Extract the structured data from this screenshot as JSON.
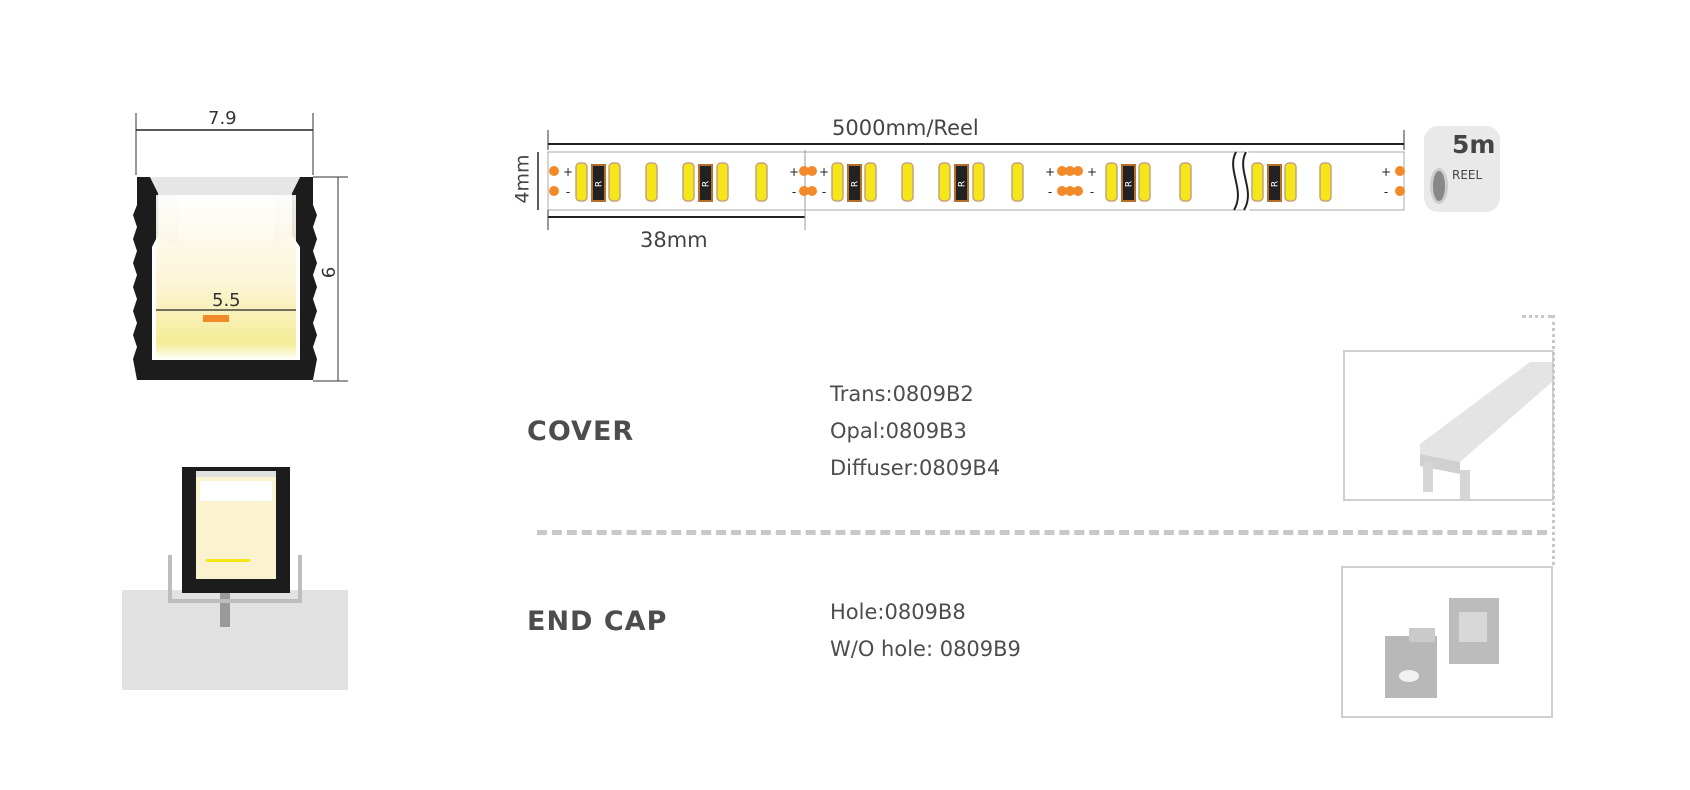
{
  "profile": {
    "width_label": "7.9",
    "height_label": "9",
    "inner_width_label": "5.5"
  },
  "strip": {
    "length_label": "5000mm/Reel",
    "width_label": "4mm",
    "cut_label": "38mm",
    "resistor_label": "R",
    "plus": "+",
    "minus": "-"
  },
  "reel_badge": {
    "length": "5m",
    "label": "REEL"
  },
  "cover": {
    "title": "COVER",
    "options": [
      "Trans:0809B2",
      "Opal:0809B3",
      "Diffuser:0809B4"
    ]
  },
  "end_cap": {
    "title": "END CAP",
    "options": [
      "Hole:0809B8",
      "W/O hole: 0809B9"
    ]
  },
  "colors": {
    "led_yellow": "#f5e61a",
    "pad_orange": "#f28a2a",
    "profile_black": "#1c1c1c",
    "dash_gray": "#c8c8c8"
  }
}
